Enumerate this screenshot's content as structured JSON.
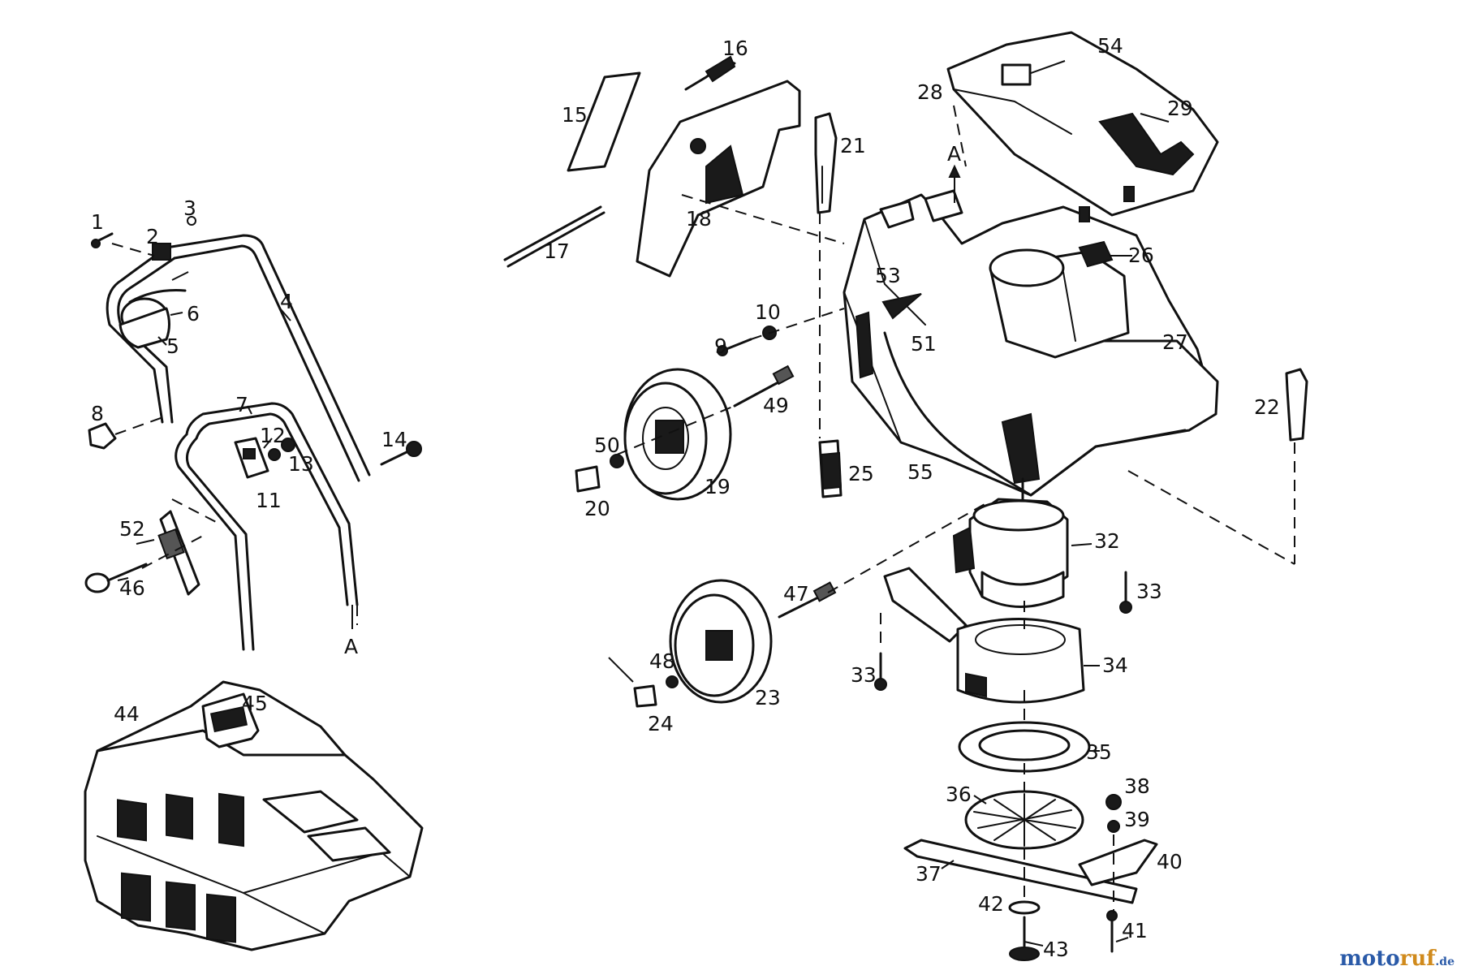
{
  "diagram": {
    "reference_marks": [
      "A",
      "A"
    ],
    "part_labels": {
      "p1": "1",
      "p2": "2",
      "p3": "3",
      "p4": "4",
      "p5": "5",
      "p6": "6",
      "p7": "7",
      "p8": "8",
      "p9": "9",
      "p10": "10",
      "p11": "11",
      "p12": "12",
      "p13": "13",
      "p14": "14",
      "p15": "15",
      "p16": "16",
      "p17": "17",
      "p18": "18",
      "p19": "19",
      "p20": "20",
      "p21": "21",
      "p22": "22",
      "p23": "23",
      "p24": "24",
      "p25": "25",
      "p26": "26",
      "p27": "27",
      "p28": "28",
      "p29": "29",
      "p32": "32",
      "p33a": "33",
      "p33b": "33",
      "p34": "34",
      "p35": "35",
      "p36": "36",
      "p37": "37",
      "p38": "38",
      "p39": "39",
      "p40": "40",
      "p41": "41",
      "p42": "42",
      "p43": "43",
      "p44": "44",
      "p45": "45",
      "p46": "46",
      "p47": "47",
      "p48": "48",
      "p49": "49",
      "p50": "50",
      "p51": "51",
      "p52": "52",
      "p53": "53",
      "p54": "54",
      "p55": "55"
    }
  },
  "watermark": {
    "brand": "moto",
    "accent": "ruf",
    "suffix": ".de",
    "colors": {
      "brand": "#2a5aa8",
      "accent": "#d08a1c"
    }
  }
}
